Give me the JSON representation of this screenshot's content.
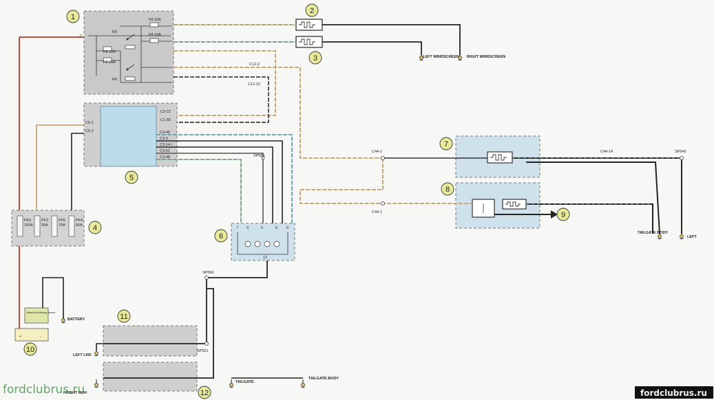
{
  "callouts": [
    "1",
    "2",
    "3",
    "4",
    "5",
    "6",
    "7",
    "8",
    "9",
    "10",
    "11",
    "12"
  ],
  "relay_module": {
    "fuse_top": "F8 10A",
    "fuse_mid": "F8 10A",
    "fuse_left_a": "F8 10A",
    "fuse_left_b": "F8 10A",
    "relay_top": "R5",
    "relay_bottom": "R6",
    "pin_c": "C"
  },
  "connectors": {
    "c12_2": "C12-2",
    "c12_22": "C12-22",
    "c3_22": "C3-22",
    "c1_50": "C1-50",
    "c5_1": "C5-1",
    "c5_2": "C5-2",
    "c3_45": "C3-45",
    "c3_3": "C3-3",
    "c3_14": "C3-14 I",
    "c3_51": "C3-51",
    "c3_48": "C3-48",
    "sp565": "SP565",
    "c44_1_top": "C44-1",
    "c44_1_bottom": "C44-1",
    "c44_14": "C44-14",
    "sp540": "SP540",
    "sp566": "SP566",
    "sp551": "SP551"
  },
  "fuse_box": {
    "fuses": [
      {
        "id": "PF5",
        "rating": "100A"
      },
      {
        "id": "PF3",
        "rating": "30A"
      },
      {
        "id": "PF6",
        "rating": "70A"
      },
      {
        "id": "PF4",
        "rating": "60A"
      }
    ]
  },
  "switch_block": {
    "pins_top": [
      "7",
      "3",
      "6",
      "8",
      "9"
    ],
    "pin_bottom": "12"
  },
  "grounds": {
    "left_windscreen": "LEFT WINDSCREEN",
    "right_windscreen": "RIGHT WINDSCREEN",
    "tailgate_body_right": "TAILGATE BODY",
    "left_right": "LEFT",
    "battery": "BATTERY",
    "left_lhd": "LEFT LHD",
    "tailgate": "TAILGATE",
    "tailgate_body_bottom": "TAILGATE BODY",
    "partial_bottom": "FRIGHT RUH"
  },
  "battery_sensor": {
    "label": "Battery Monitoring Sensor",
    "plus": "+",
    "minus": "-"
  },
  "watermarks": {
    "left": "fordclubrus.ru",
    "right": "fordclubrus.ru"
  },
  "colors": {
    "red_wire": "#b23a2a",
    "tan_wire": "#c9a779",
    "blue_wire": "#5a9bb5",
    "black_wire": "#222222",
    "module_gray": "#c8c8c8",
    "module_blue": "#bcdcea"
  }
}
